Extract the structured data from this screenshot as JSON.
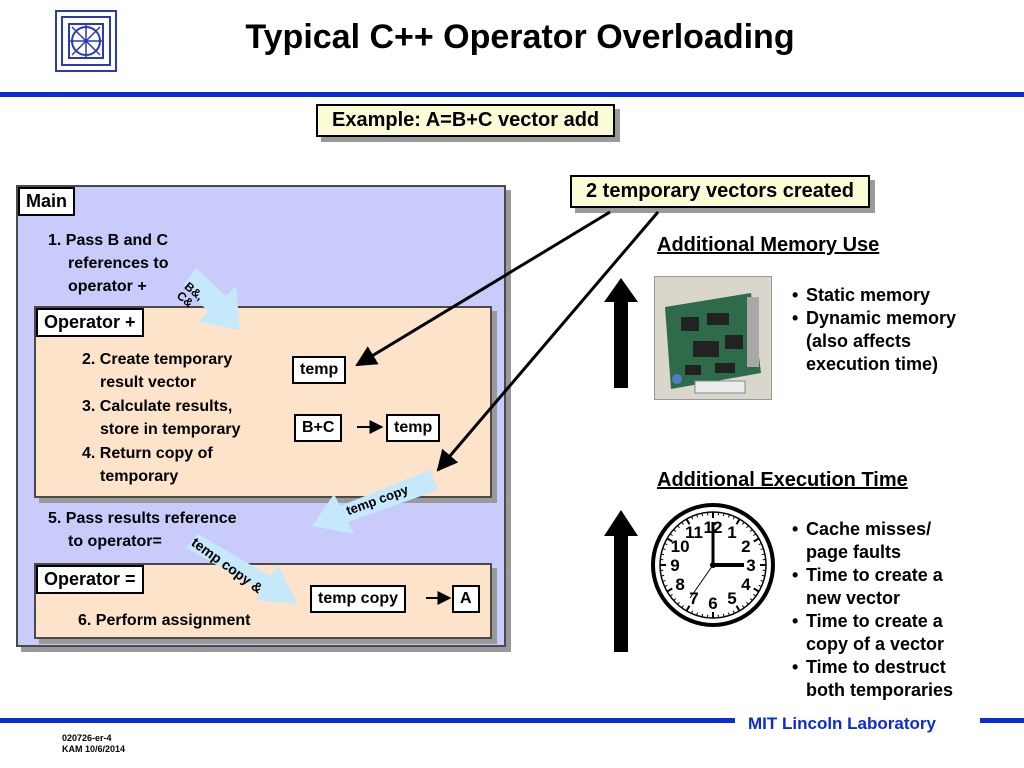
{
  "title": "Typical C++ Operator Overloading",
  "example_label": "Example: A=B+C vector add",
  "temporaries_label": "2 temporary vectors created",
  "main": {
    "tag": "Main",
    "step1": [
      "1. Pass B and C",
      "references to",
      "operator +"
    ],
    "step5": [
      "5. Pass results reference",
      "to operator="
    ],
    "arrow_bc": [
      "B&,",
      "C&"
    ],
    "arrow_tempcopy": "temp copy",
    "arrow_tempcopy_ref": "temp copy &"
  },
  "op_plus": {
    "tag": "Operator +",
    "step2": [
      "2. Create temporary",
      "result vector"
    ],
    "step3": [
      "3. Calculate results,",
      "store in temporary"
    ],
    "step4_num": "4.",
    "step4": [
      "Return copy of",
      "temporary"
    ],
    "box_temp": "temp",
    "box_bc": "B+C",
    "box_temp2": "temp"
  },
  "op_assign": {
    "tag": "Operator =",
    "step6": "6. Perform assignment",
    "box_tempcopy": "temp copy",
    "box_a": "A"
  },
  "memory": {
    "heading": "Additional Memory Use",
    "bullets": [
      "Static memory",
      "Dynamic memory",
      "(also affects",
      "execution time)"
    ]
  },
  "exec_time": {
    "heading": "Additional Execution Time",
    "bullets": [
      "Cache misses/",
      "page faults",
      "Time to create a",
      "new vector",
      "Time to create a",
      "copy of a vector",
      "Time to destruct",
      "both temporaries"
    ]
  },
  "clock_numbers": [
    "12",
    "1",
    "2",
    "3",
    "4",
    "5",
    "6",
    "7",
    "8",
    "9",
    "10",
    "11"
  ],
  "footer": {
    "lab": "MIT Lincoln Laboratory",
    "id_line1": "020726-er-4",
    "id_line2": "KAM 10/6/2014"
  },
  "colors": {
    "accent_blue": "#0b2bd6",
    "main_panel": "#c9cbfb",
    "operator_panel": "#fde3c9",
    "callout": "#fbfbd5",
    "arrow_fill": "#c5e8fb"
  }
}
